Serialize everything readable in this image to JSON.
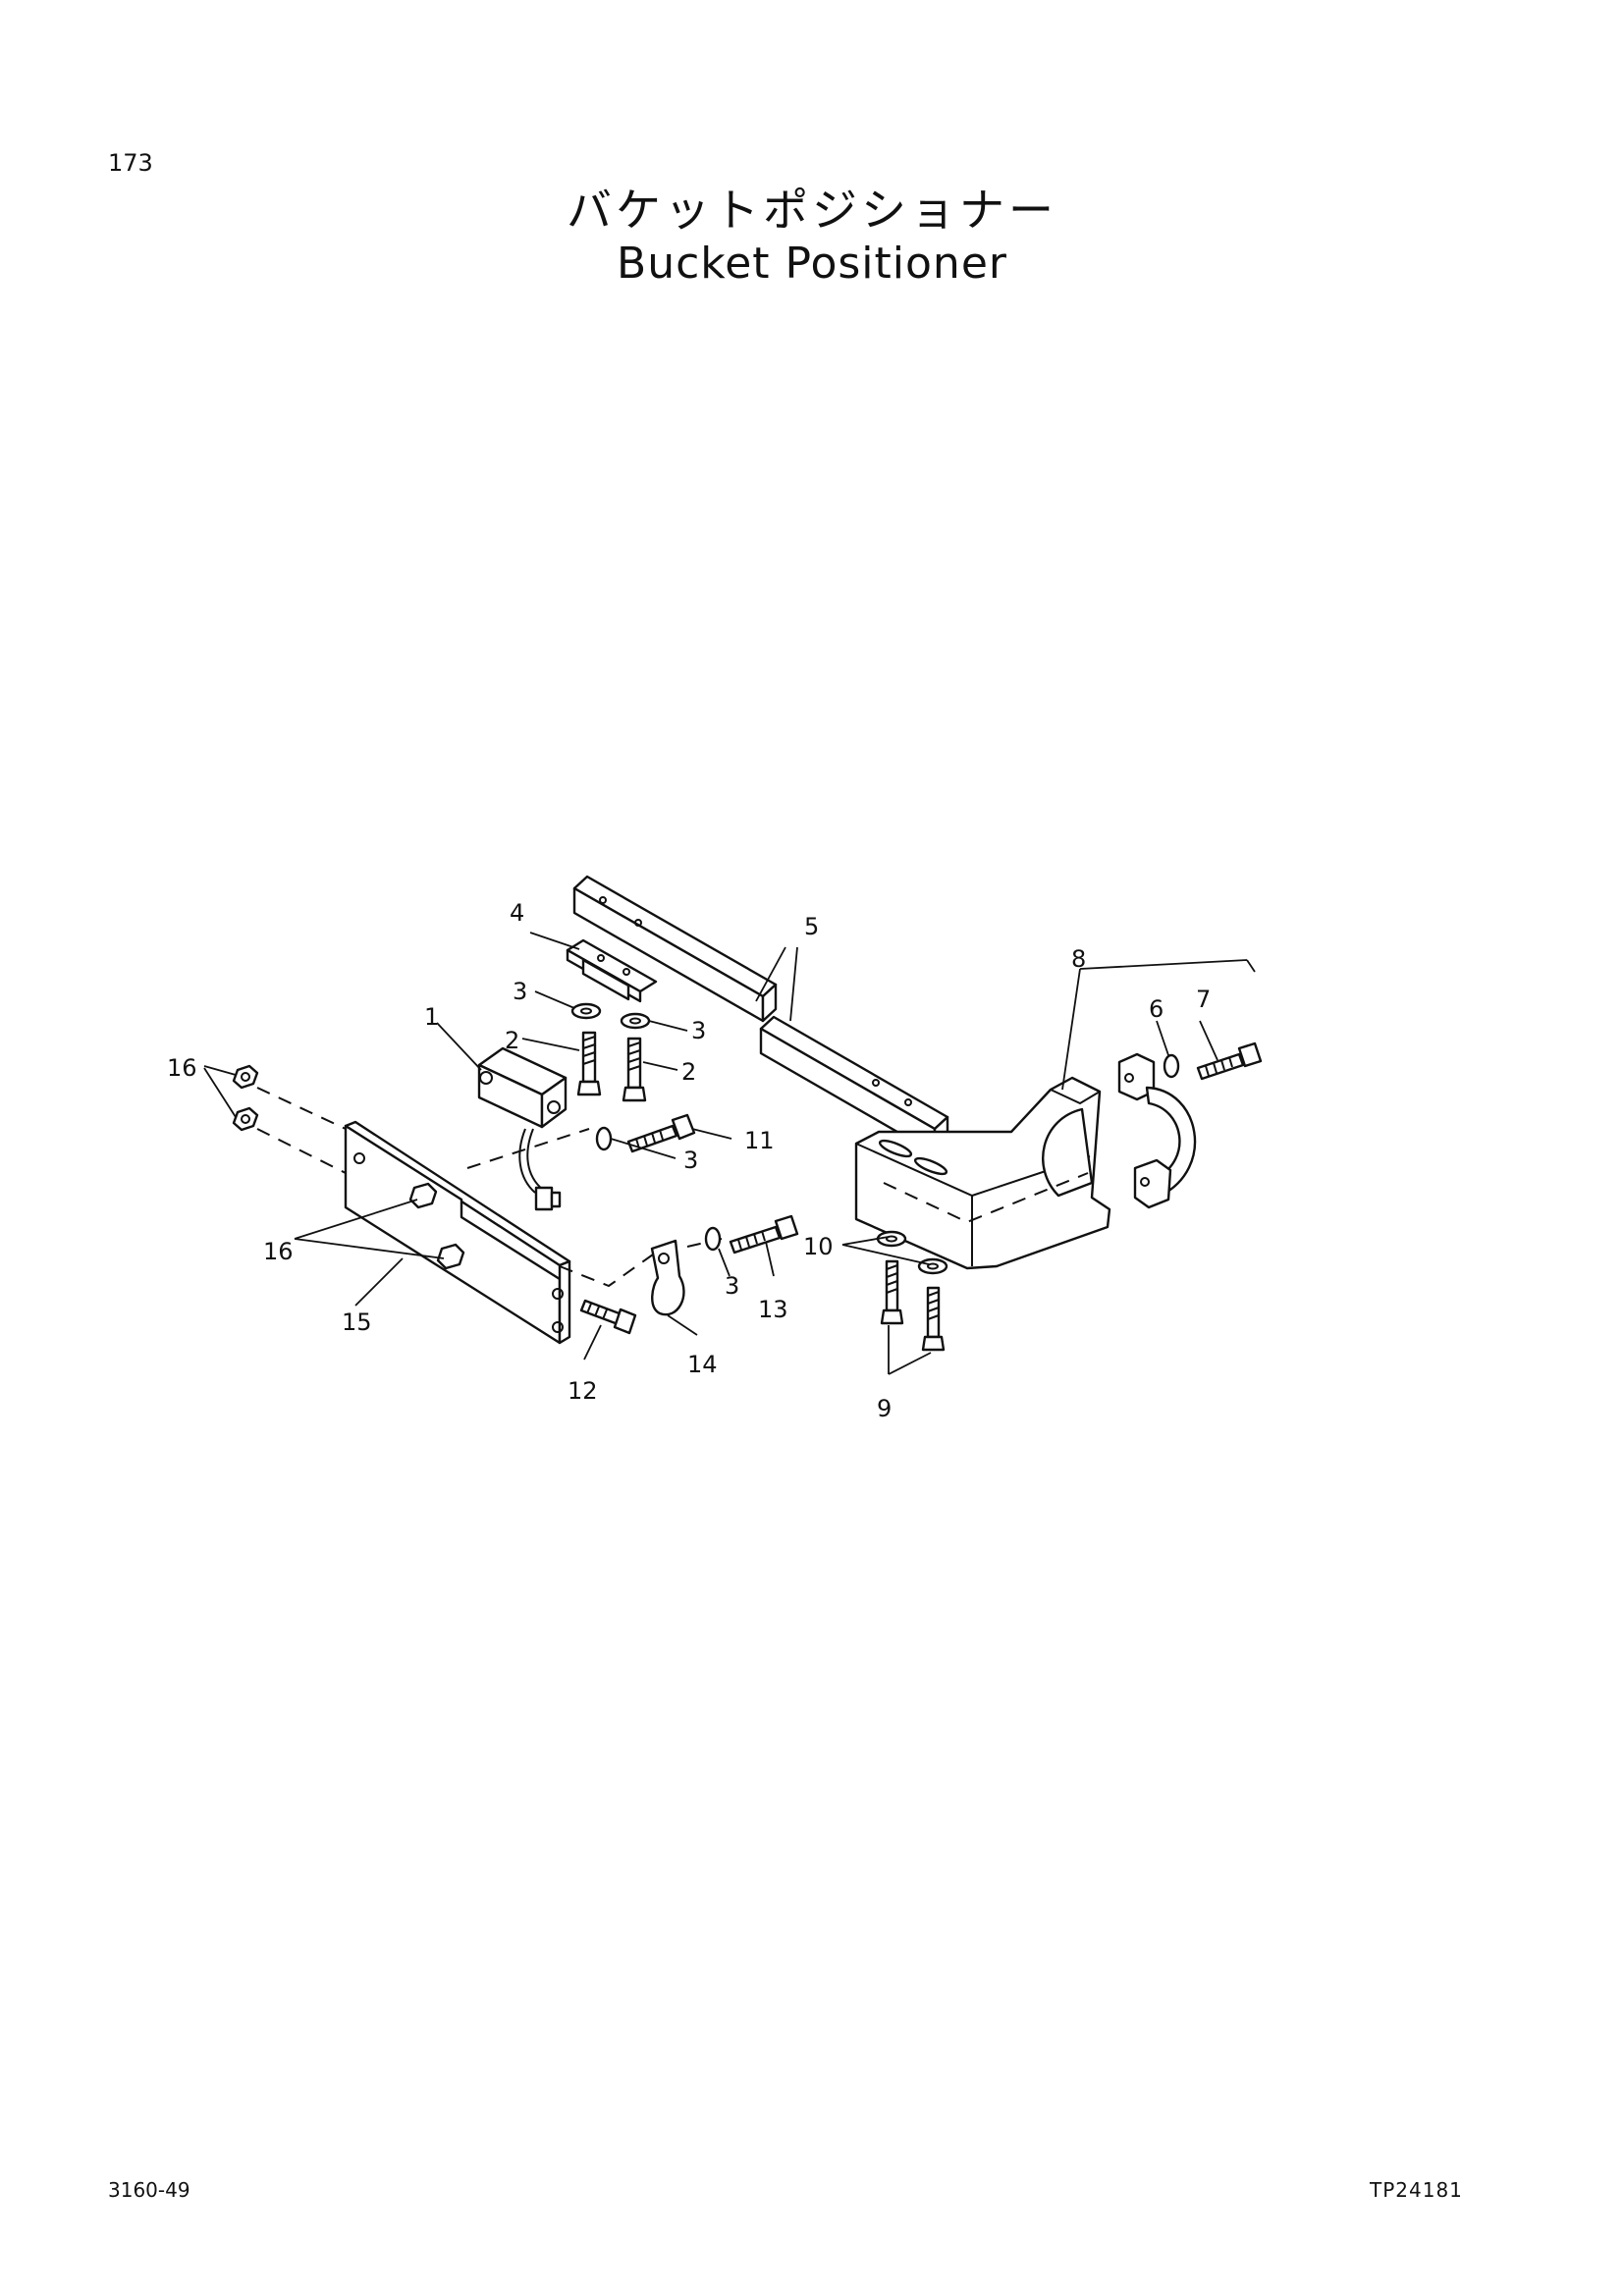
{
  "page_number": "173",
  "title_ja": "バケットポジショナー",
  "title_en": "Bucket Positioner",
  "doc_code": "3160-49",
  "drawing_number": "TP24181",
  "callouts": {
    "c1": "1",
    "c2a": "2",
    "c2b": "2",
    "c3a": "3",
    "c3b": "3",
    "c3c": "3",
    "c3d": "3",
    "c4": "4",
    "c5": "5",
    "c6": "6",
    "c7": "7",
    "c8": "8",
    "c9": "9",
    "c10": "10",
    "c11": "11",
    "c12": "12",
    "c13": "13",
    "c14": "14",
    "c15": "15",
    "c16a": "16",
    "c16b": "16"
  }
}
